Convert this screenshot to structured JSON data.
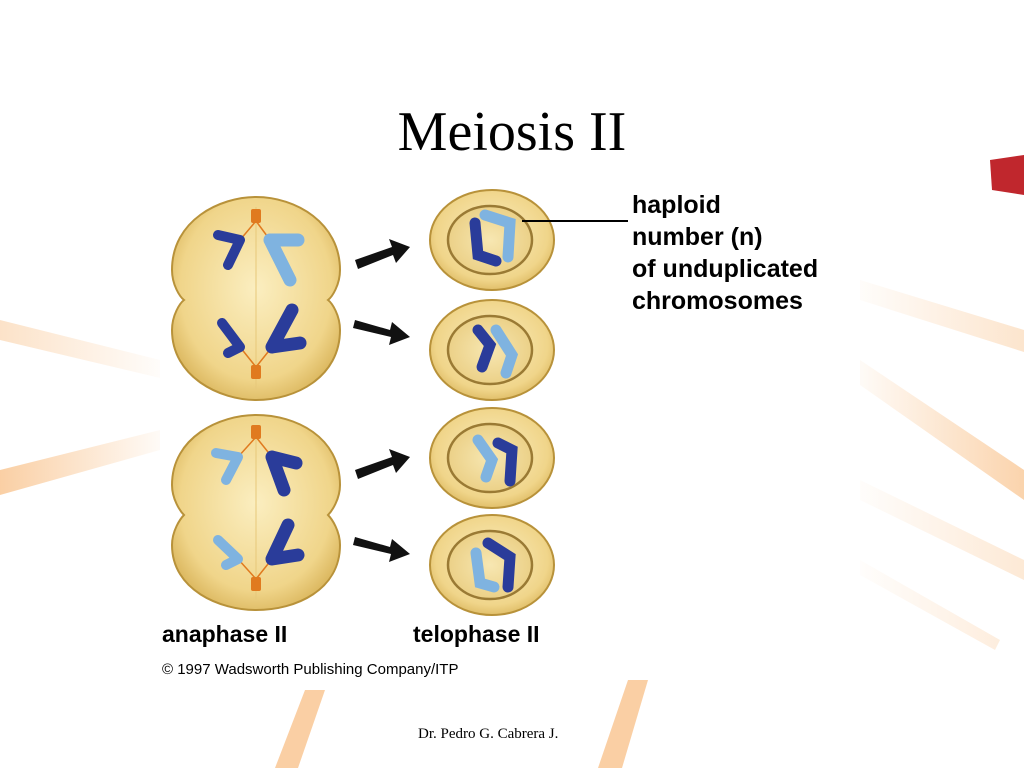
{
  "slide": {
    "title": "Meiosis II",
    "footer": "Dr. Pedro G. Cabrera J."
  },
  "figure": {
    "callout": [
      "haploid",
      "number (n)",
      "of unduplicated",
      "chromosomes"
    ],
    "label_left": "anaphase II",
    "label_right": "telophase II",
    "copyright": "© 1997 Wadsworth Publishing Company/ITP"
  },
  "colors": {
    "accent_red": "#c0272d",
    "decor_orange": "#f6a85a",
    "cell_fill": "#f0d58a",
    "cell_edge": "#b8923a",
    "chromosome_dark": "#2a3c9a",
    "chromosome_light": "#7fb3e0"
  }
}
